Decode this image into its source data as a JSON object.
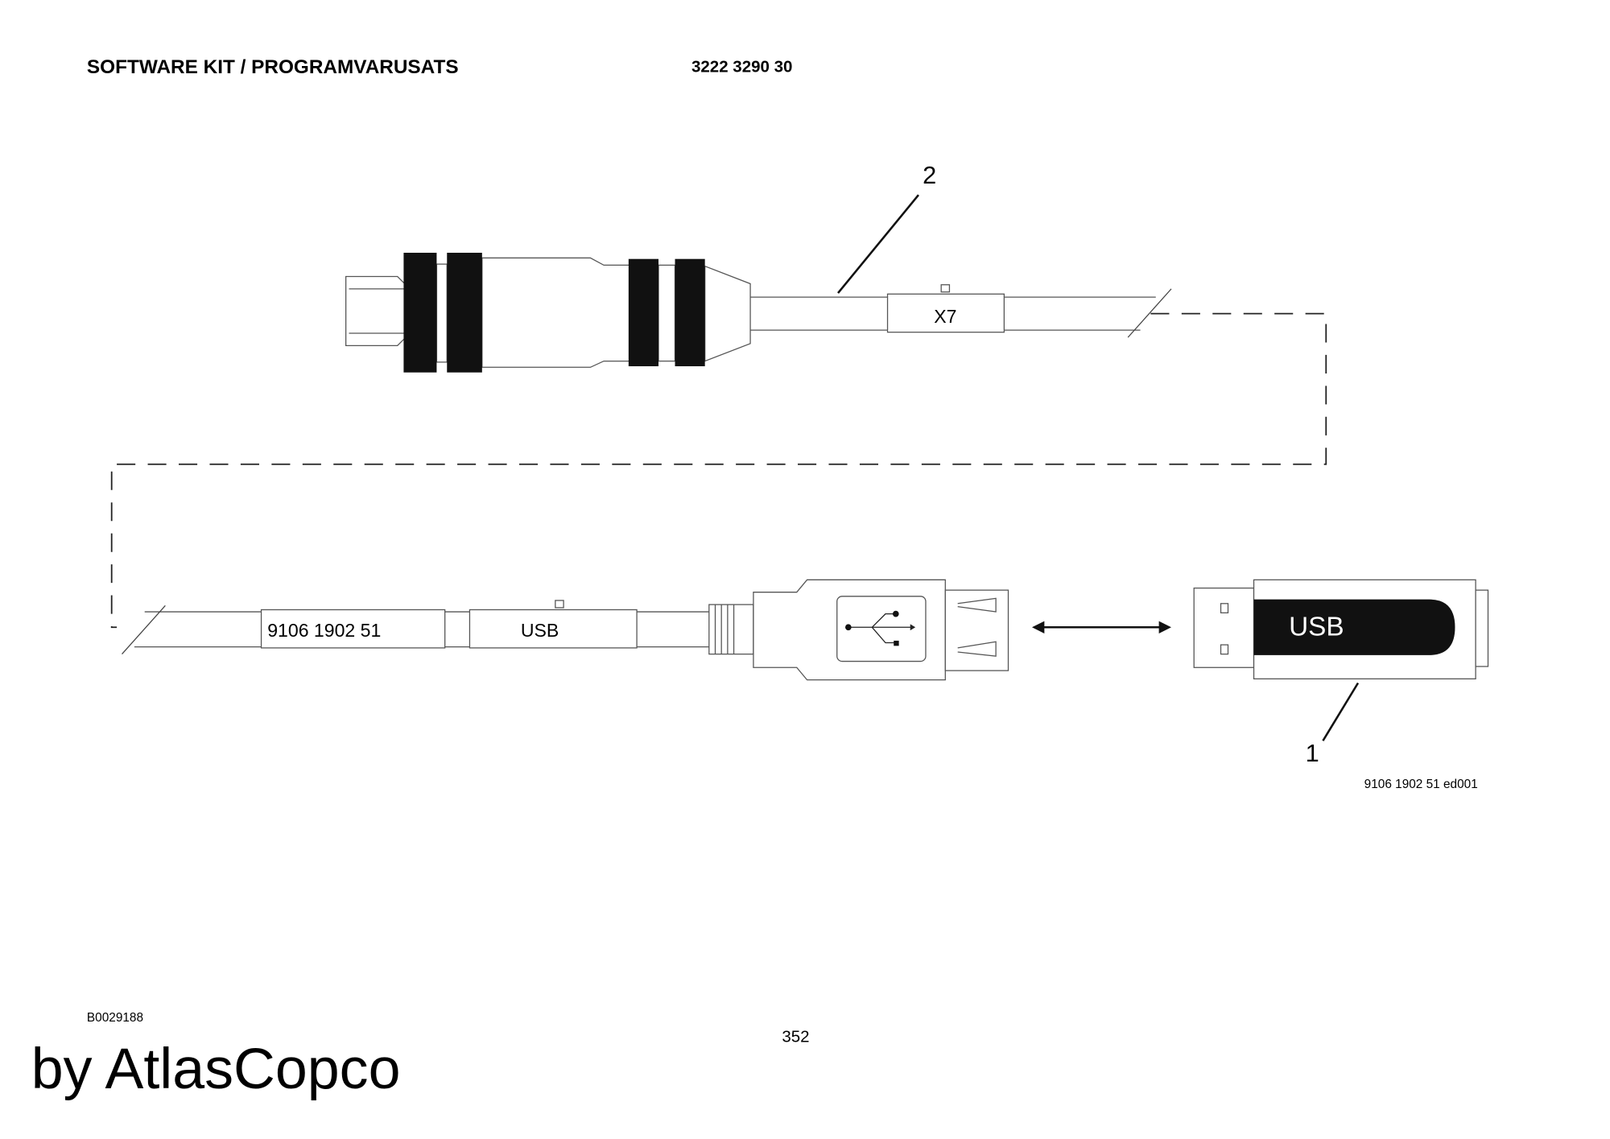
{
  "header": {
    "title": "SOFTWARE KIT / PROGRAMVARUSATS",
    "part_number": "3222 3290 30"
  },
  "drawing": {
    "callout_2": "2",
    "callout_1": "1",
    "top_cable_label": "X7",
    "bottom_cable_label_part": "9106 1902 51",
    "bottom_cable_label_usb": "USB",
    "usb_stick_label": "USB",
    "drawing_ref": "9106 1902 51 ed001"
  },
  "footer": {
    "doc_code": "B0029188",
    "page_number": "352",
    "watermark": "by AtlasCopco"
  }
}
